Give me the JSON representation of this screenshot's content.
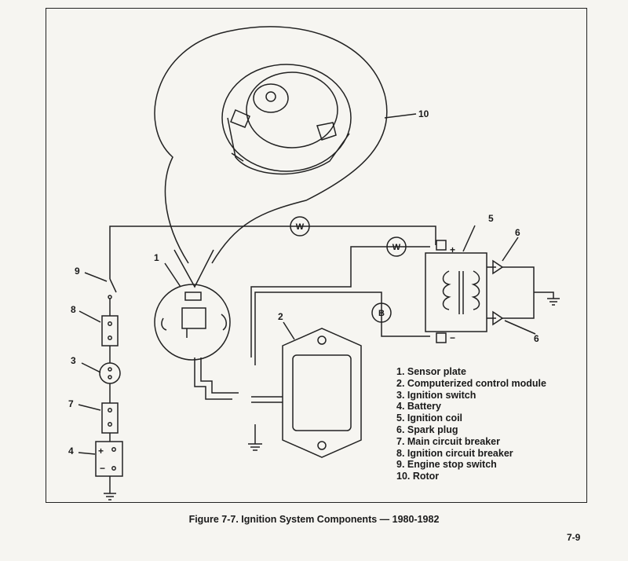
{
  "callouts": {
    "c1": "1",
    "c2": "2",
    "c3": "3",
    "c4": "4",
    "c5": "5",
    "c6a": "6",
    "c6b": "6",
    "c7": "7",
    "c8": "8",
    "c9": "9",
    "c10": "10"
  },
  "wire_labels": {
    "w1": "W",
    "w2": "W",
    "b": "B"
  },
  "coil_terminals": {
    "plus": "+",
    "minus": "−"
  },
  "battery_terminals": {
    "plus": "+",
    "minus": "−"
  },
  "legend": [
    "1. Sensor plate",
    "2. Computerized control module",
    "3. Ignition switch",
    "4. Battery",
    "5. Ignition coil",
    "6. Spark plug",
    "7. Main circuit breaker",
    "8. Ignition circuit breaker",
    "9. Engine stop switch",
    "10. Rotor"
  ],
  "caption": "Figure 7-7. Ignition System Components — 1980-1982",
  "page_number": "7-9"
}
